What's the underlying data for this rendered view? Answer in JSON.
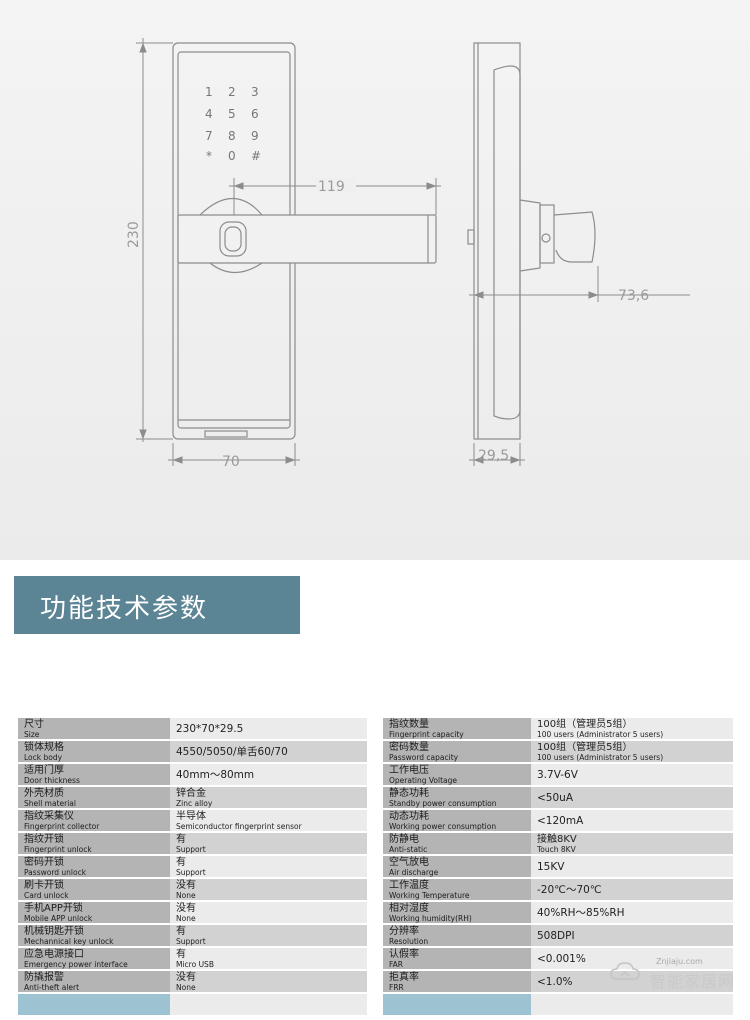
{
  "drawing": {
    "keypad": [
      "1",
      "2",
      "3",
      "4",
      "5",
      "6",
      "7",
      "8",
      "9",
      "*",
      "0",
      "#"
    ],
    "dimensions": {
      "height": "230",
      "width": "70",
      "handle_length": "119",
      "side_depth": "73,6",
      "body_depth": "29,5"
    }
  },
  "section_title": "功能技术参数",
  "specs_left": [
    {
      "cn": "尺寸",
      "en": "Size",
      "value": "230*70*29.5"
    },
    {
      "cn": "锁体规格",
      "en": "Lock body",
      "value": "4550/5050/单舌60/70"
    },
    {
      "cn": "适用门厚",
      "en": "Door thickness",
      "value": "40mm～80mm"
    },
    {
      "cn": "外壳材质",
      "en": "Shell material",
      "value_cn": "锌合金",
      "value_en": "Zinc alloy"
    },
    {
      "cn": "指纹采集仪",
      "en": "Fingerprint collector",
      "value_cn": "半导体",
      "value_en": "Semiconductor fingerprint sensor"
    },
    {
      "cn": "指纹开锁",
      "en": "Fingerprint unlock",
      "value_cn": "有",
      "value_en": "Support"
    },
    {
      "cn": "密码开锁",
      "en": "Password unlock",
      "value_cn": "有",
      "value_en": "Support"
    },
    {
      "cn": "刷卡开锁",
      "en": "Card unlock",
      "value_cn": "没有",
      "value_en": "None"
    },
    {
      "cn": "手机APP开锁",
      "en": "Mobile APP unlock",
      "value_cn": "没有",
      "value_en": "None"
    },
    {
      "cn": "机械钥匙开锁",
      "en": "Mechannical key unlock",
      "value_cn": "有",
      "value_en": "Support"
    },
    {
      "cn": "应急电源接口",
      "en": "Emergency power interface",
      "value_cn": "有",
      "value_en": "Micro USB"
    },
    {
      "cn": "防撬报警",
      "en": "Anti-theft alert",
      "value_cn": "没有",
      "value_en": "None"
    }
  ],
  "specs_right": [
    {
      "cn": "指纹数量",
      "en": "Fingerprint capacity",
      "value_cn": "100组（管理员5组）",
      "value_en": "100 users (Administrator 5 users)"
    },
    {
      "cn": "密码数量",
      "en": "Password capacity",
      "value_cn": "100组（管理员5组）",
      "value_en": "100 users (Administrator 5 users)"
    },
    {
      "cn": "工作电压",
      "en": "Operating Voltage",
      "value": "3.7V-6V"
    },
    {
      "cn": "静态功耗",
      "en": "Standby power consumption",
      "value": "<50uA"
    },
    {
      "cn": "动态功耗",
      "en": "Working power consumption",
      "value": "<120mA"
    },
    {
      "cn": "防静电",
      "en": "Anti-static",
      "value_cn": "接触8KV",
      "value_en": "Touch 8KV"
    },
    {
      "cn": "空气放电",
      "en": "Air discharge",
      "value": "15KV"
    },
    {
      "cn": "工作温度",
      "en": "Working Temperature",
      "value": "-20℃～70℃"
    },
    {
      "cn": "相对湿度",
      "en": "Working humidity(RH)",
      "value": "40%RH～85%RH"
    },
    {
      "cn": "分辨率",
      "en": "Resolution",
      "value": "508DPI"
    },
    {
      "cn": "认假率",
      "en": "FAR",
      "value": "<0.001%"
    },
    {
      "cn": "拒真率",
      "en": "FRR",
      "value": "<1.0%"
    }
  ],
  "watermark": {
    "url": "Znjiaju.com",
    "name": "智能家居网"
  }
}
